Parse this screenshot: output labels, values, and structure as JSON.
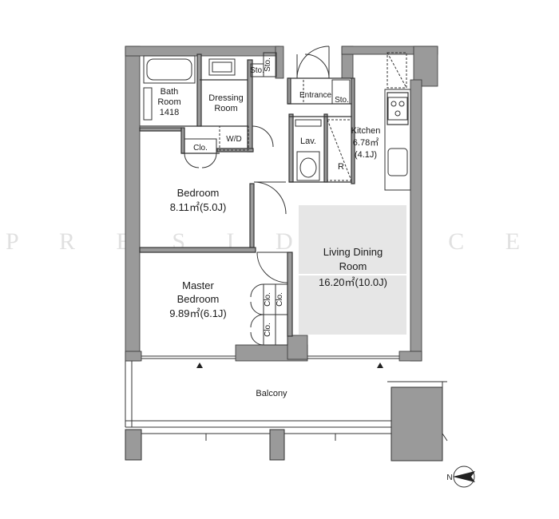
{
  "rooms": {
    "bath": {
      "line1": "Bath",
      "line2": "Room",
      "line3": "1418"
    },
    "dressing": {
      "line1": "Dressing",
      "line2": "Room"
    },
    "wd": "W/D",
    "sto1": "Sto.",
    "sto2": "Sto.",
    "sto3": "Sto.",
    "entrance": "Entrance",
    "lav": "Lav.",
    "r": "R",
    "kitchen": {
      "line1": "Kitchen",
      "line2": "6.78㎡",
      "line3": "(4.1J)"
    },
    "clo_bed": "Clo.",
    "bedroom": {
      "line1": "Bedroom",
      "line2": "8.11㎡(5.0J)"
    },
    "living": {
      "line1": "Living Dining",
      "line2": "Room",
      "line3": "16.20㎡(10.0J)"
    },
    "master": {
      "line1": "Master",
      "line2": "Bedroom",
      "line3": "9.89㎡(6.1J)"
    },
    "clo_m1": "Clo.",
    "clo_m2": "Clo.",
    "clo_m3": "Clo.",
    "balcony": "Balcony"
  },
  "compass": {
    "label": "N"
  },
  "watermark": "P R E S I D E N C E",
  "colors": {
    "wall": "#9a9a9a",
    "line": "#333333",
    "living_floor": "#e6e6e6"
  }
}
